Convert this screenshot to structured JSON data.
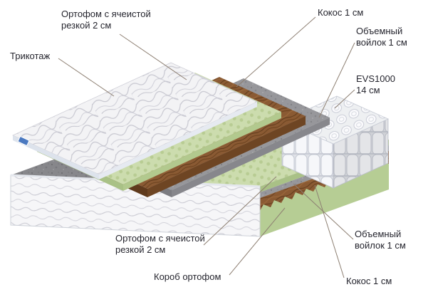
{
  "labels": {
    "knit": "Трикотаж",
    "orthofoam_top_1": "Ортофом с ячеистой",
    "orthofoam_top_2": "резкой 2 см",
    "coconut_top": "Кокос 1 см",
    "felt_top_1": "Объемный",
    "felt_top_2": "войлок 1 см",
    "evs_1": "EVS1000",
    "evs_2": "14 см",
    "orthofoam_bottom_1": "Ортофом с ячеистой",
    "orthofoam_bottom_2": "резкой 2 см",
    "felt_bottom_1": "Объемный",
    "felt_bottom_2": "войлок 1 см",
    "box": "Короб ортофом",
    "coconut_bottom": "Кокос 1 см"
  },
  "colors": {
    "foam_green": "#ccdcae",
    "foam_green_side": "#a9c186",
    "box_green": "#b6cd94",
    "coir_brown": "#8a5a33",
    "coir_brown_dark": "#6e4523",
    "felt_gray": "#97979b",
    "felt_gray_dark": "#7c7c81",
    "fabric_white": "#f3f3f5",
    "fabric_side": "#dde3ec",
    "leader_line": "#8d7f72",
    "text": "#25252e",
    "tag_blue": "#4b79c0"
  }
}
